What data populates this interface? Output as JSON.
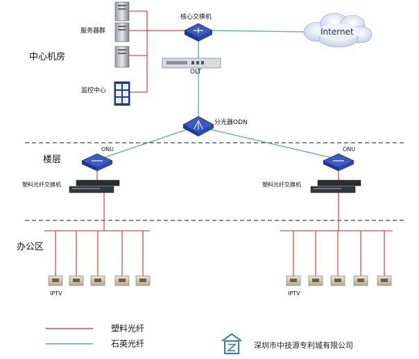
{
  "zones": {
    "center": "中心机房",
    "floor": "楼层",
    "office": "办公区"
  },
  "devices": {
    "server_group": "服务器群",
    "monitor_center": "监控中心",
    "core_switch": "核心交换机",
    "internet": "Internet",
    "olt": "OLT",
    "splitter": "分光器ODN",
    "onu_left": "ONU",
    "onu_right": "ONU",
    "pof_switch_left": "塑料光纤交换机",
    "pof_switch_right": "塑料光纤交换机",
    "iptv_left": "IPTV",
    "iptv_right": "IPTV"
  },
  "legend": [
    {
      "label": "塑料光纤",
      "color": "#d94b4b"
    },
    {
      "label": "石英光纤",
      "color": "#4db38a"
    }
  ],
  "company": "深圳市中技源专利城有限公司",
  "colors": {
    "plastic_fiber": "#d94b4b",
    "quartz_fiber": "#4db38a",
    "device_blue": "#2f4fa8"
  }
}
